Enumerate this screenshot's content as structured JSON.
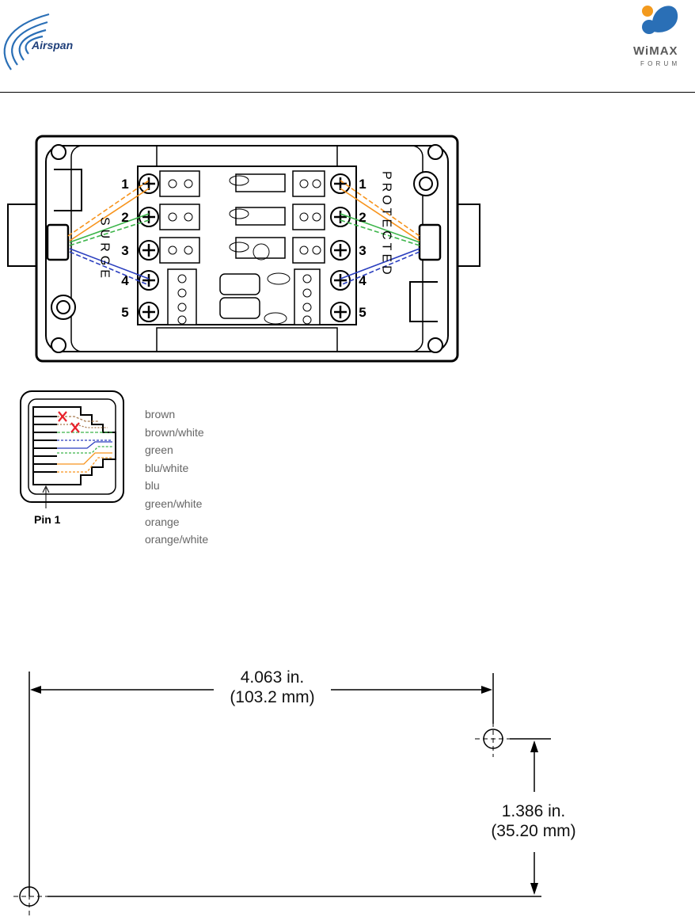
{
  "header": {
    "left_logo_text": "Airspan",
    "right_logo_line1": "WiMAX",
    "right_logo_line2": "FORUM"
  },
  "box_diagram": {
    "left_label": "SURGE",
    "right_label": "PROTECTED",
    "left_numbers": [
      "1",
      "2",
      "3",
      "4",
      "5"
    ],
    "right_numbers": [
      "1",
      "2",
      "3",
      "4",
      "5"
    ]
  },
  "rj45": {
    "pin_label": "Pin 1",
    "wire_colors": [
      "brown",
      "brown/white",
      "green",
      "blu/white",
      "blu",
      "green/white",
      "orange",
      "orange/white"
    ]
  },
  "dimensions": {
    "horizontal_in": "4.063 in.",
    "horizontal_mm": "(103.2 mm)",
    "vertical_in": "1.386 in.",
    "vertical_mm": "(35.20 mm)"
  },
  "colors": {
    "orange": "#f7941d",
    "green": "#3cb54a",
    "blue": "#2b3fbf",
    "red": "#e8202a",
    "logo_blue": "#2a6fb6",
    "logo_orange": "#f39a1e"
  }
}
